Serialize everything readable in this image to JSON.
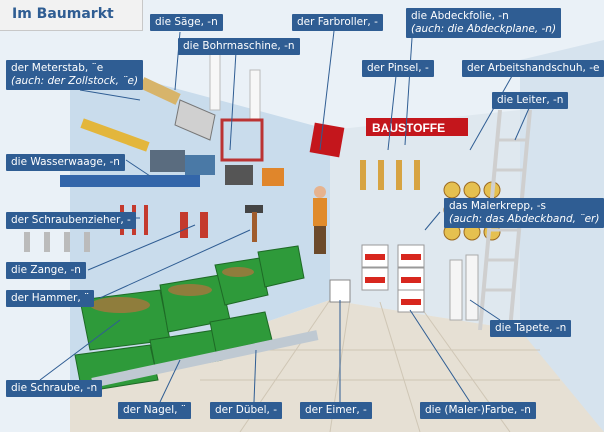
{
  "title": "Im Baumarkt",
  "labels": {
    "saege": "die Säge, -n",
    "bohrmaschine": "die Bohrmaschine, -n",
    "farbroller": "der Farbroller, -",
    "abdeckfolie_1": "die Abdeckfolie, -n",
    "abdeckfolie_2": "(auch: die Abdeckplane, -n)",
    "meterstab_1": "der Meterstab, ¨e",
    "meterstab_2": "(auch: der Zollstock, ¨e)",
    "pinsel": "der Pinsel, -",
    "arbeitshandschuh": "der Arbeitshandschuh, -e",
    "leiter": "die Leiter, -n",
    "wasserwaage": "die Wasserwaage, -n",
    "schraubenzieher": "der Schraubenzieher, -",
    "malerkrepp_1": "das Malerkrepp, -s",
    "malerkrepp_2": "(auch: das Abdeckband, ¨er)",
    "zange": "die Zange, -n",
    "hammer": "der Hammer, ¨",
    "tapete": "die Tapete, -n",
    "schraube": "die Schraube, -n",
    "nagel": "der Nagel, ¨",
    "duebel": "der Dübel, -",
    "eimer": "der Eimer, -",
    "farbe": "die (Maler-)Farbe, -n"
  },
  "sign": "BAUSTOFFE",
  "colors": {
    "label_bg": "#2f5d93",
    "sign_red": "#c4161c",
    "bin_green": "#2e9a3a",
    "wall_blue": "#bcd3e6"
  }
}
